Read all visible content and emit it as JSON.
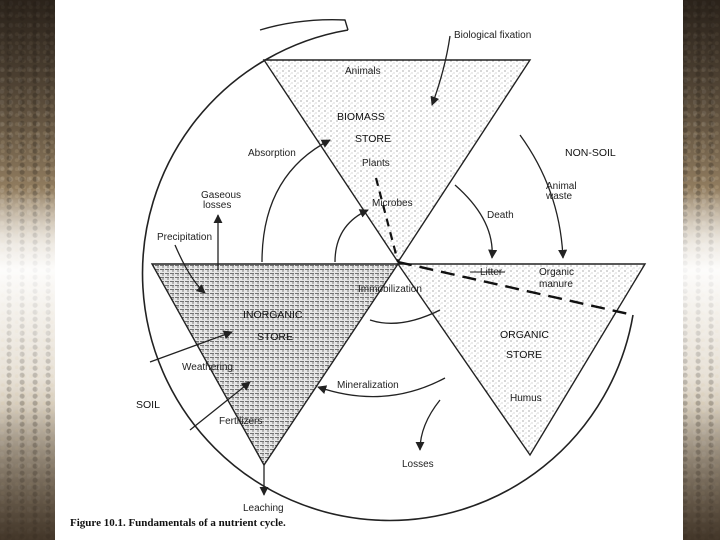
{
  "figure": {
    "caption": "Figure 10.1. Fundamentals of a nutrient cycle.",
    "labels": {
      "biological_fixation": "Biological fixation",
      "animals": "Animals",
      "biomass": "BIOMASS",
      "store_top": "STORE",
      "plants": "Plants",
      "microbes": "Microbes",
      "absorption": "Absorption",
      "non_soil": "NON-SOIL",
      "gaseous": "Gaseous",
      "losses_gas": "losses",
      "animal": "Animal",
      "waste": "waste",
      "death": "Death",
      "precipitation": "Precipitation",
      "litter": "Litter",
      "organic": "Organic",
      "manure": "manure",
      "immobilization": "Immobilization",
      "inorganic": "INORGANIC",
      "store_left": "STORE",
      "organic_store": "ORGANIC",
      "store_right": "STORE",
      "weathering": "Weathering",
      "mineralization": "Mineralization",
      "soil": "SOIL",
      "humus": "Humus",
      "fertilizers": "Fertilizers",
      "losses": "Losses",
      "leaching": "Leaching"
    }
  }
}
